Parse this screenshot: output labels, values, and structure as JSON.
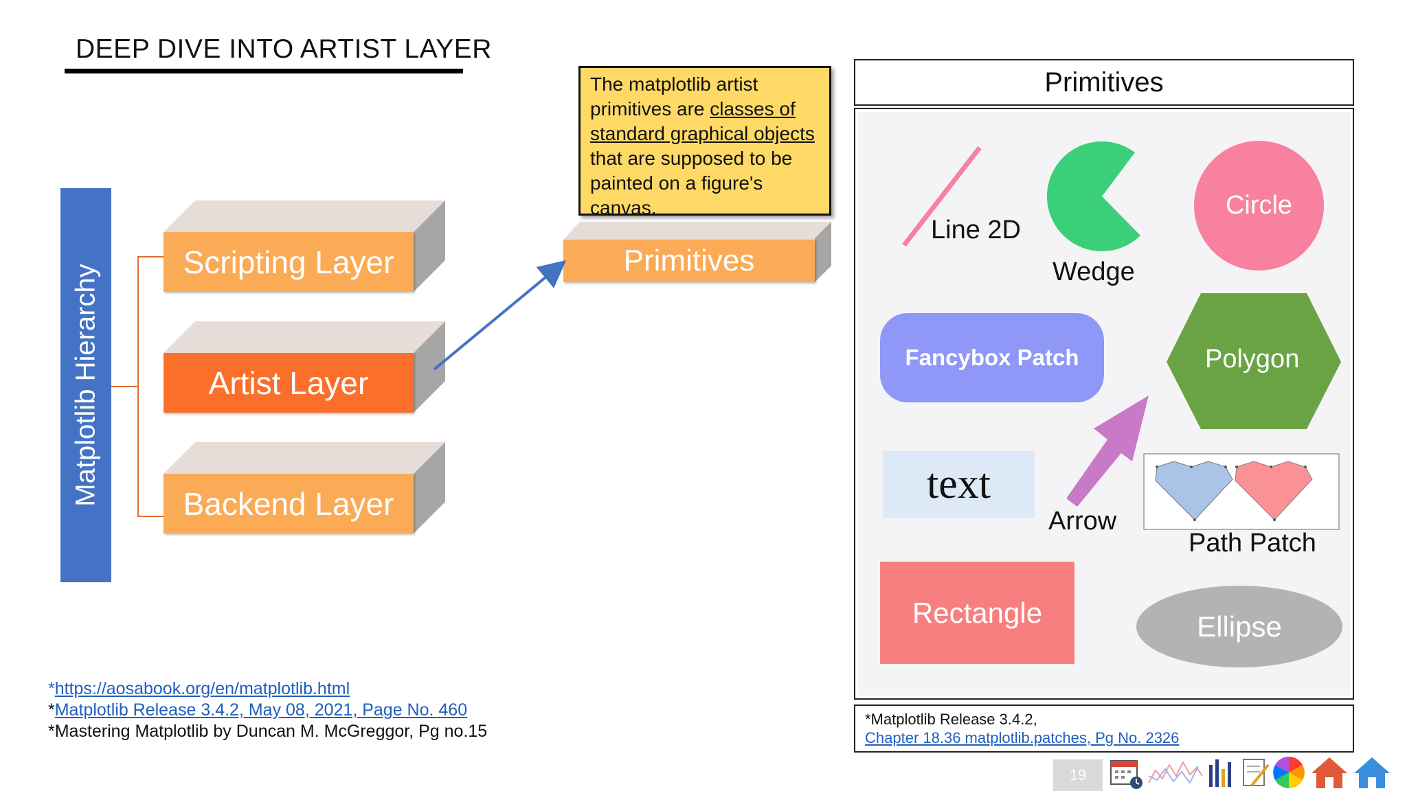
{
  "slide": {
    "title": "DEEP DIVE INTO ARTIST LAYER",
    "page_number": "19"
  },
  "hierarchy": {
    "label": "Matplotlib Hierarchy",
    "layers": [
      {
        "label": "Scripting Layer",
        "color": "#fbaa55"
      },
      {
        "label": "Artist Layer",
        "color": "#fc6f2b"
      },
      {
        "label": "Backend Layer",
        "color": "#fbaa55"
      }
    ],
    "bar_color": "#4472c4"
  },
  "primitives_box": {
    "label": "Primitives"
  },
  "note": {
    "text_before": "The matplotlib artist primitives are ",
    "link_text": "classes of standard graphical objects ",
    "text_after": "that are supposed to be painted on a figure's canvas."
  },
  "panel": {
    "header": "Primitives",
    "items": {
      "line2d": "Line 2D",
      "wedge": "Wedge",
      "circle": "Circle",
      "fancybox": "Fancybox Patch",
      "polygon": "Polygon",
      "text": "text",
      "arrow": "Arrow",
      "path_patch": "Path Patch",
      "rectangle": "Rectangle",
      "ellipse": "Ellipse"
    },
    "citation_line1": "*Matplotlib Release 3.4.2,",
    "citation_link": "Chapter 18.36 matplotlib.patches, Pg No. 2326"
  },
  "references": {
    "r1_prefix": "*",
    "r1_link": "https://aosabook.org/en/matplotlib.html",
    "r2_prefix": "*",
    "r2_link": "Matplotlib Release 3.4.2, May 08, 2021, Page No. 460",
    "r3": "*Mastering Matplotlib by Duncan M. McGreggor, Pg no.15"
  },
  "footer_icons": [
    "calendar-clock-icon",
    "line-chart-icon",
    "bar-chart-icon",
    "note-pencil-icon",
    "color-wheel-icon",
    "home-red-icon",
    "home-blue-icon"
  ]
}
